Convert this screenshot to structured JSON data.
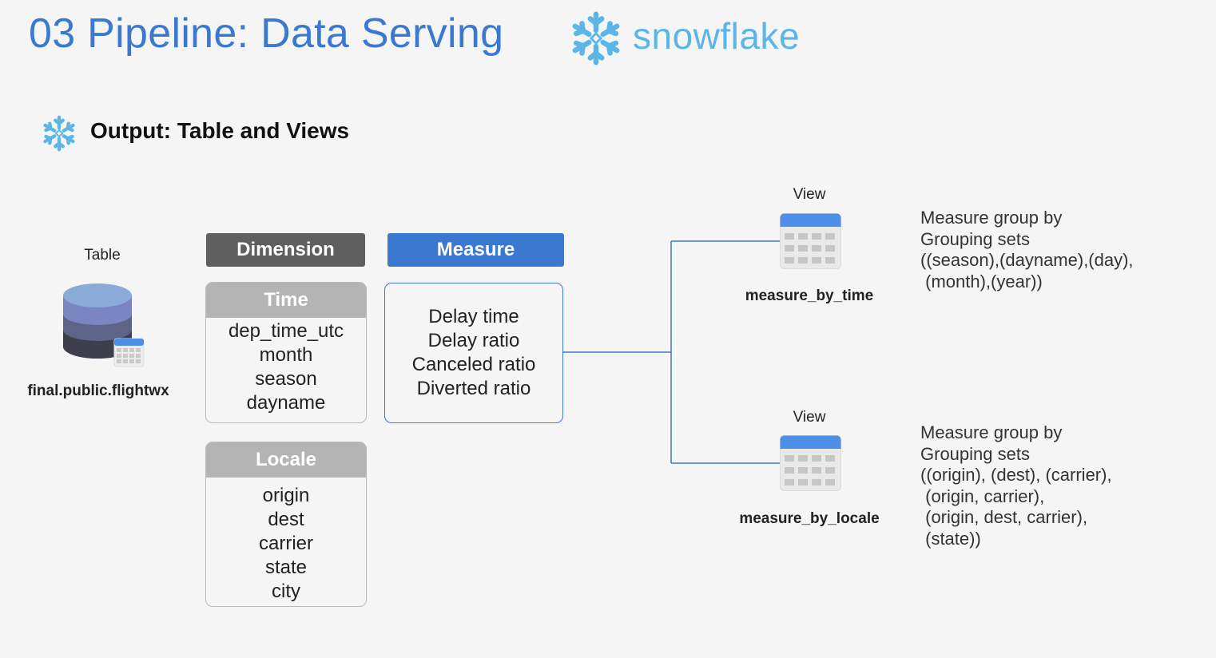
{
  "header": {
    "title": "03 Pipeline: Data Serving",
    "brand_name": "snowflake"
  },
  "section": {
    "subtitle": "Output: Table and Views"
  },
  "table": {
    "type_label": "Table",
    "name": "final.public.flightwx"
  },
  "dimension": {
    "header": "Dimension",
    "groups": [
      {
        "title": "Time",
        "items": [
          "dep_time_utc",
          "month",
          "season",
          "dayname"
        ]
      },
      {
        "title": "Locale",
        "items": [
          "origin",
          "dest",
          "carrier",
          "state",
          "city"
        ]
      }
    ]
  },
  "measure": {
    "header": "Measure",
    "items": [
      "Delay time",
      "Delay ratio",
      "Canceled ratio",
      "Diverted ratio"
    ]
  },
  "views": [
    {
      "type_label": "View",
      "name": "measure_by_time",
      "description": "Measure group by\nGrouping sets\n((season),(dayname),(day),\n (month),(year))"
    },
    {
      "type_label": "View",
      "name": "measure_by_locale",
      "description": "Measure group by\nGrouping sets\n((origin), (dest), (carrier),\n (origin, carrier),\n (origin, dest, carrier),\n (state))"
    }
  ],
  "colors": {
    "accent_blue": "#3b78d0",
    "snowflake_blue": "#5bb5e6",
    "dimension_gray": "#5f5f5f",
    "group_gray": "#b4b4b4",
    "db_top": "#8aaad8",
    "db_mid": "#7a86c2",
    "db_mid2": "#5d6488",
    "db_bottom": "#3f3f4c"
  }
}
